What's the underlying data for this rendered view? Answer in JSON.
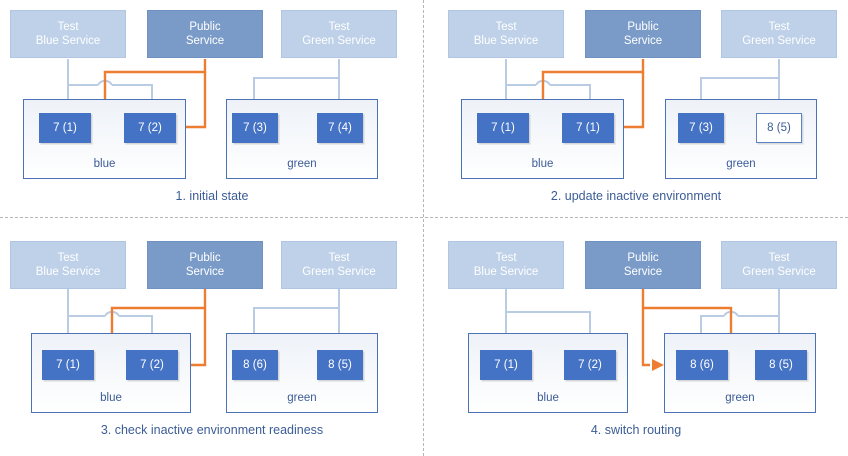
{
  "colors": {
    "light_blue": "#bed1e8",
    "dark_blue_header": "#7a9bc8",
    "node_blue": "#4472c4",
    "accent_orange": "#ed7d31",
    "wire_blue": "#b9cce4",
    "text_blue": "#3c5c96",
    "divider_gray": "#b6b6b6"
  },
  "services": {
    "test_blue": {
      "line1": "Test",
      "line2": "Blue Service"
    },
    "public": {
      "line1": "Public",
      "line2": "Service"
    },
    "test_green": {
      "line1": "Test",
      "line2": "Green Service"
    }
  },
  "environments": {
    "blue": "blue",
    "green": "green"
  },
  "panels": [
    {
      "id": "panel-1",
      "caption": "1. initial state",
      "blue_env": {
        "label": "blue",
        "nodes": [
          {
            "label": "7 (1)",
            "style": "filled"
          },
          {
            "label": "7 (2)",
            "style": "filled"
          }
        ]
      },
      "green_env": {
        "label": "green",
        "nodes": [
          {
            "label": "7 (3)",
            "style": "filled"
          },
          {
            "label": "7 (4)",
            "style": "filled"
          }
        ]
      }
    },
    {
      "id": "panel-2",
      "caption": "2. update inactive environment",
      "blue_env": {
        "label": "blue",
        "nodes": [
          {
            "label": "7 (1)",
            "style": "filled"
          },
          {
            "label": "7 (1)",
            "style": "filled"
          }
        ]
      },
      "green_env": {
        "label": "green",
        "nodes": [
          {
            "label": "7 (3)",
            "style": "filled"
          },
          {
            "label": "8 (5)",
            "style": "empty"
          }
        ]
      }
    },
    {
      "id": "panel-3",
      "caption": "3. check inactive environment readiness",
      "blue_env": {
        "label": "blue",
        "nodes": [
          {
            "label": "7 (1)",
            "style": "filled"
          },
          {
            "label": "7 (2)",
            "style": "filled"
          }
        ]
      },
      "green_env": {
        "label": "green",
        "nodes": [
          {
            "label": "8 (6)",
            "style": "filled"
          },
          {
            "label": "8 (5)",
            "style": "filled"
          }
        ]
      }
    },
    {
      "id": "panel-4",
      "caption": "4. switch routing",
      "blue_env": {
        "label": "blue",
        "nodes": [
          {
            "label": "7 (1)",
            "style": "filled"
          },
          {
            "label": "7 (2)",
            "style": "filled"
          }
        ]
      },
      "green_env": {
        "label": "green",
        "nodes": [
          {
            "label": "8 (6)",
            "style": "filled"
          },
          {
            "label": "8 (5)",
            "style": "filled"
          }
        ]
      }
    }
  ]
}
